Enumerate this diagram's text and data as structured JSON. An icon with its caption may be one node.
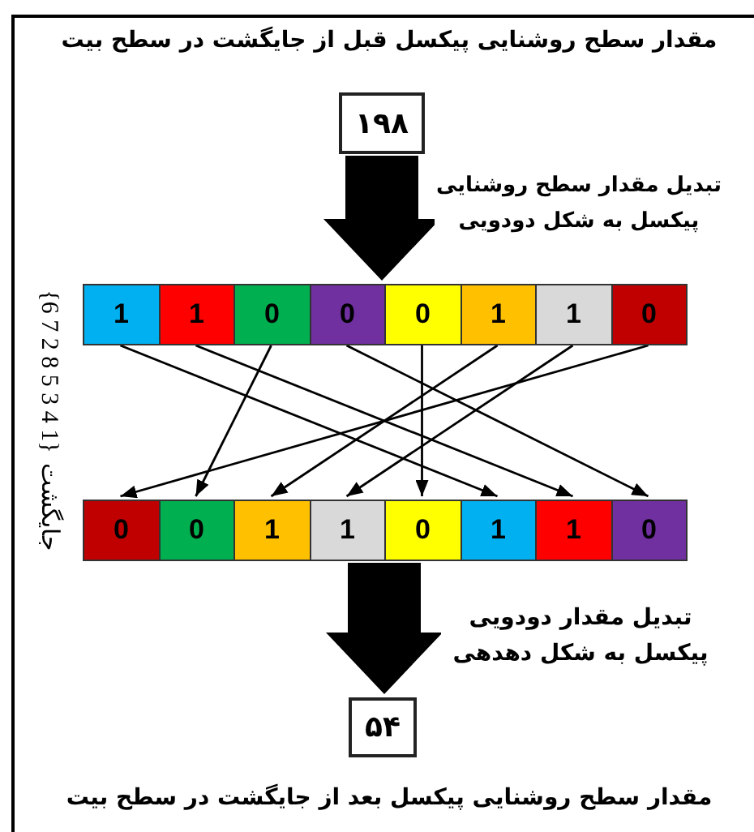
{
  "diagram": {
    "title": "مقدار سطح روشنایی پیکسل قبل از جایگشت در سطح بیت",
    "caption": "مقدار سطح روشنایی پیکسل بعد از جایگشت در سطح بیت",
    "nodes": [
      {
        "text": [
          "۱۹۸"
        ]
      },
      {
        "text": [],
        "shape": "bar"
      },
      {
        "text": [
          "1"
        ],
        "in": 1
      },
      {
        "text": [
          "1"
        ],
        "in": 1
      },
      {
        "text": [
          "0"
        ],
        "in": 1
      },
      {
        "text": [
          "0"
        ],
        "in": 1
      },
      {
        "text": [
          "0"
        ],
        "in": 1
      },
      {
        "text": [
          "1"
        ],
        "in": 1
      },
      {
        "text": [
          "1"
        ],
        "in": 1
      },
      {
        "text": [
          "0"
        ],
        "in": 1
      },
      {
        "text": [],
        "shape": "bar"
      },
      {
        "text": [
          "0"
        ],
        "in": 10
      },
      {
        "text": [
          "0"
        ],
        "in": 10
      },
      {
        "text": [
          "1"
        ],
        "in": 10
      },
      {
        "text": [
          "1"
        ],
        "in": 10
      },
      {
        "text": [
          "0"
        ],
        "in": 10
      },
      {
        "text": [
          "1"
        ],
        "in": 10
      },
      {
        "text": [
          "1"
        ],
        "in": 10
      },
      {
        "text": [
          "0"
        ],
        "in": 10
      },
      {
        "text": [
          "۵۴"
        ]
      }
    ],
    "edges": [
      {
        "from": 0,
        "to": 1,
        "arrow": "to",
        "style": "thick",
        "label": "تبدیل مقدار سطح روشنایی پیکسل به شکل دودویی"
      },
      {
        "from": 2,
        "to": 16,
        "arrow": "to"
      },
      {
        "from": 3,
        "to": 17,
        "arrow": "to"
      },
      {
        "from": 4,
        "to": 12,
        "arrow": "to"
      },
      {
        "from": 5,
        "to": 18,
        "arrow": "to"
      },
      {
        "from": 6,
        "to": 15,
        "arrow": "to"
      },
      {
        "from": 7,
        "to": 13,
        "arrow": "to"
      },
      {
        "from": 8,
        "to": 14,
        "arrow": "to"
      },
      {
        "from": 9,
        "to": 11,
        "arrow": "to"
      },
      {
        "from": 10,
        "to": 19,
        "arrow": "to",
        "style": "thick",
        "label": "تبدیل مقدار دودویی پیکسل به شکل دهدهی"
      }
    ],
    "labels": [
      "جایگشت",
      "{6 7 2 8 5 3 4 1}"
    ]
  }
}
